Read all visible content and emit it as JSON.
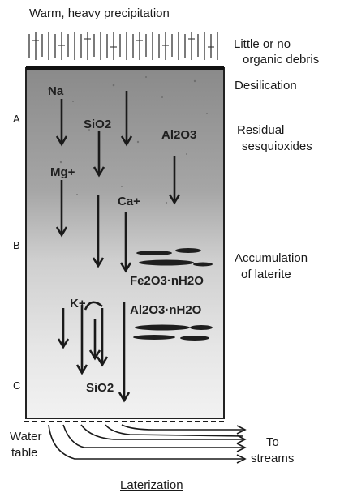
{
  "diagram": {
    "top_label": "Warm, heavy precipitation",
    "caption": "Laterization",
    "right_notes": {
      "little_debris_1": "Little or no",
      "little_debris_2": "organic debris",
      "desilication": "Desilication",
      "residual_1": "Residual",
      "residual_2": "sesquioxides",
      "accumulation_1": "Accumulation",
      "accumulation_2": "of laterite",
      "to_streams_1": "To",
      "to_streams_2": "streams"
    },
    "horizons": [
      "A",
      "B",
      "C"
    ],
    "water_table_1": "Water",
    "water_table_2": "table",
    "chemicals": {
      "na": "Na",
      "sio2_top": "SiO2",
      "al2o3_top": "Al2O3",
      "mg": "Mg+",
      "ca": "Ca+",
      "fe2o3": "Fe2O3·nH2O",
      "al2o3_hyd": "Al2O3·nH2O",
      "k": "K+",
      "sio2_bottom": "SiO2"
    },
    "colors": {
      "soil_top": "#8f8f8f",
      "soil_mid": "#b8b8b8",
      "soil_low": "#e2e2e2",
      "ink": "#1a1a1a"
    }
  }
}
